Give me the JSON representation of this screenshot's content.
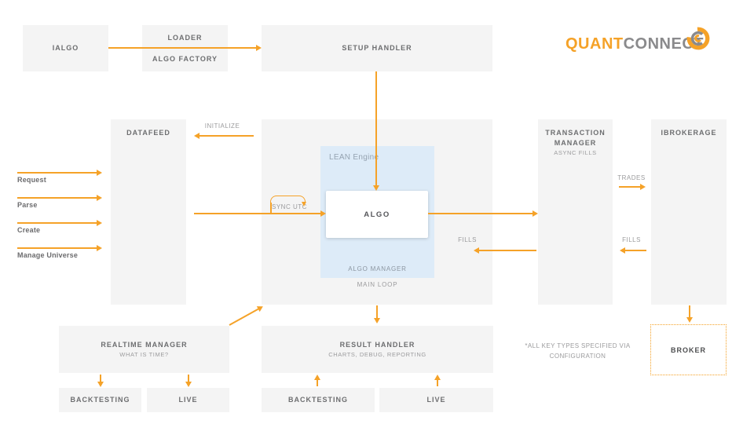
{
  "logo": {
    "quant": "QUANT",
    "connect": "CONNECT",
    "icon": "swirl-logo-icon"
  },
  "boxes": {
    "ialgo": "IALGO",
    "loader_line1": "LOADER",
    "loader_line2": "ALGO FACTORY",
    "setup_handler": "SETUP HANDLER",
    "datafeed": "DATAFEED",
    "transaction_manager_title": "TRANSACTION MANAGER",
    "transaction_manager_sub": "ASYNC FILLS",
    "ibrokerage": "IBROKERAGE",
    "realtime_manager_title": "REALTIME MANAGER",
    "realtime_manager_sub": "WHAT IS TIME?",
    "result_handler_title": "RESULT HANDLER",
    "result_handler_sub": "CHARTS, DEBUG, REPORTING",
    "backtesting_left": "BACKTESTING",
    "live_left": "LIVE",
    "backtesting_center": "BACKTESTING",
    "live_center": "LIVE",
    "broker": "BROKER"
  },
  "lean": {
    "engine_label": "LEAN Engine",
    "algo": "ALGO",
    "algo_manager": "ALGO MANAGER",
    "main_loop": "MAIN LOOP"
  },
  "edge_labels": {
    "initialize": "INITIALIZE",
    "sync_utc": "SYNC UTC",
    "fills_inner": "FILLS",
    "trades": "TRADES",
    "fills_outer": "FILLS"
  },
  "side_labels": {
    "request": "Request",
    "parse": "Parse",
    "create": "Create",
    "manage_universe": "Manage Universe"
  },
  "note": "*ALL KEY TYPES SPECIFIED VIA CONFIGURATION",
  "colors": {
    "accent": "#F5A228",
    "box_fill": "#F4F4F4",
    "lean_fill": "#DDEBF8",
    "title_text": "#6D6E70",
    "muted_text": "#9B9B9D",
    "logo_gray": "#8A8A8C"
  }
}
